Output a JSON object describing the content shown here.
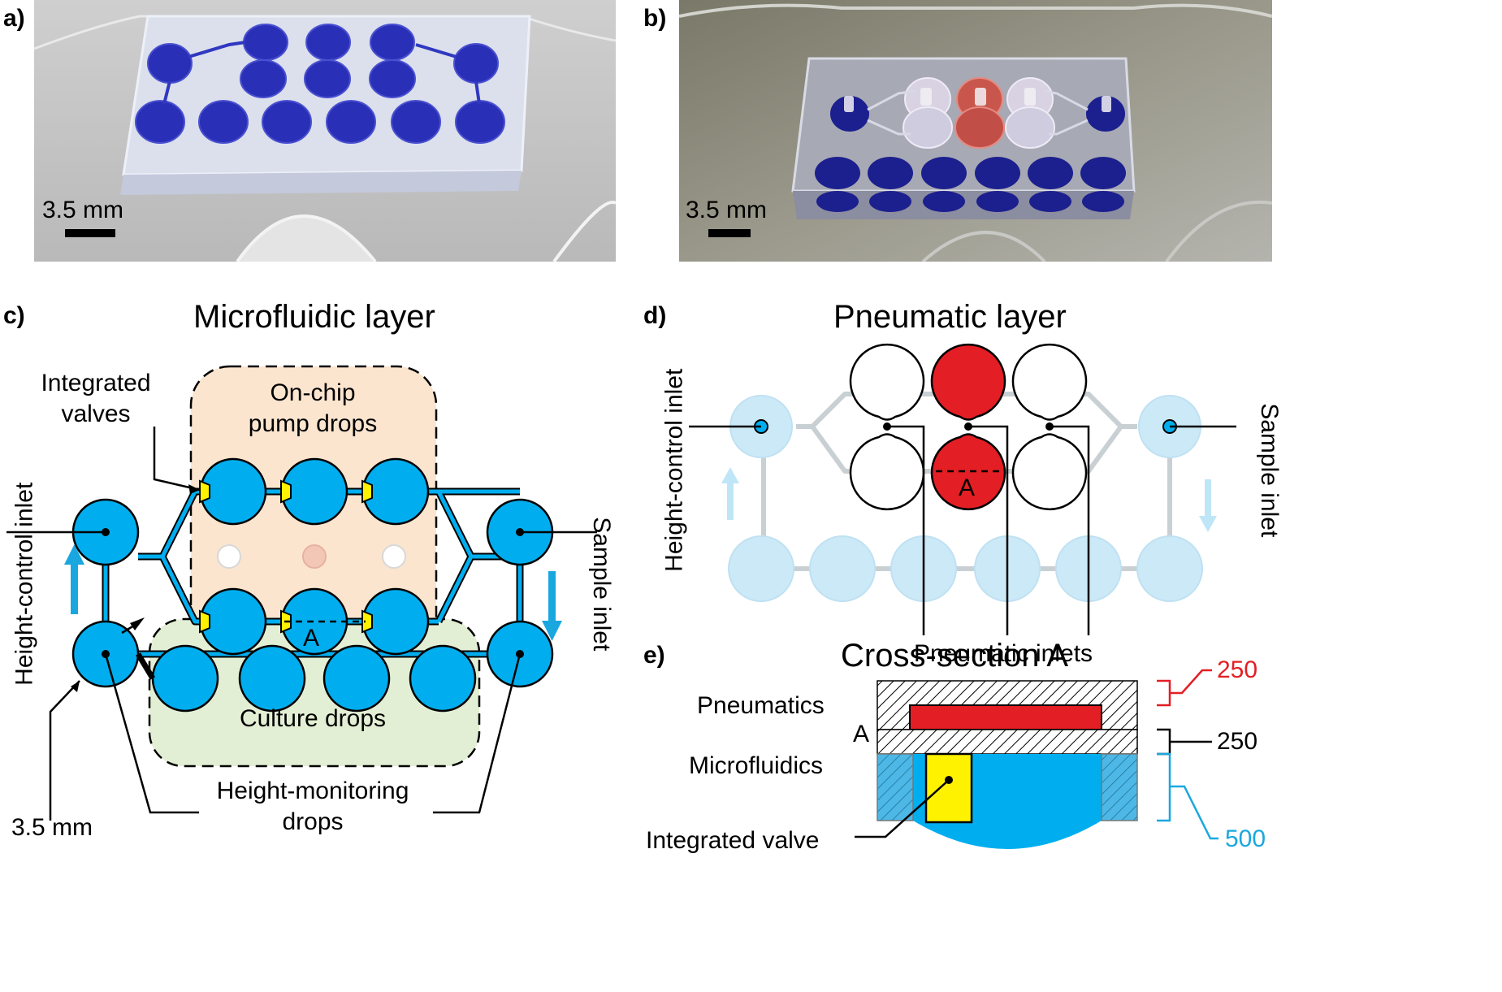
{
  "panels": {
    "a": {
      "tag": "a)",
      "scale": "3.5 mm"
    },
    "b": {
      "tag": "b)",
      "scale": "3.5 mm"
    },
    "c": {
      "tag": "c)",
      "title": "Microfluidic layer",
      "valves": "Integrated\nvalves",
      "pump": "On-chip\npump drops",
      "height_inlet": "Height-control inlet",
      "sample_inlet": "Sample inlet",
      "culture": "Culture drops",
      "monitoring": "Height-monitoring\ndrops",
      "size": "3.5 mm",
      "section": "A"
    },
    "d": {
      "tag": "d)",
      "title": "Pneumatic layer",
      "height_inlet": "Height-control inlet",
      "sample_inlet": "Sample inlet",
      "pneumatic_inlets": "Pneumatic inlets",
      "section": "A"
    },
    "e": {
      "tag": "e)",
      "title": "Cross-section A",
      "pneumatics": "Pneumatics",
      "a_label": "A",
      "microfluidics": "Microfluidics",
      "valve": "Integrated valve",
      "dims": [
        {
          "value": "250",
          "color": "#e31e24"
        },
        {
          "value": "250",
          "color": "#000000"
        },
        {
          "value": "500",
          "color": "#1aa7e0"
        }
      ]
    }
  },
  "colors": {
    "drop_blue": "#00aeef",
    "light_blue": "#cce9f7",
    "valve_yellow": "#fff200",
    "pneumatic_red": "#e31e24",
    "pump_bg": "#fbe5cf",
    "culture_bg": "#e3efd4",
    "arrow_blue": "#1aa7e0",
    "dim_red": "#e31e24",
    "dim_blue": "#1aa7e0"
  }
}
